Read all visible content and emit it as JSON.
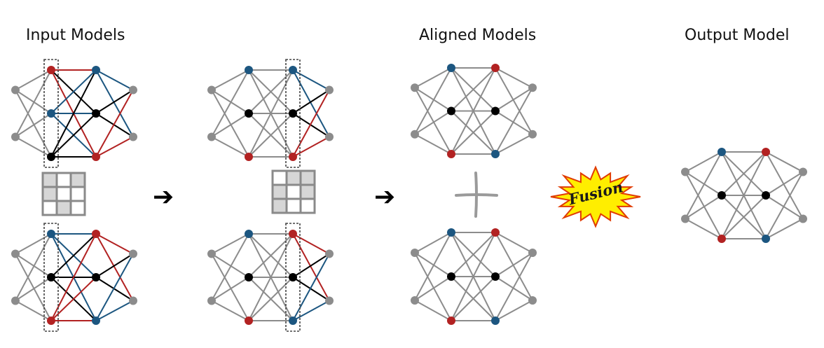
{
  "headings": {
    "input": "Input Models",
    "aligned": "Aligned Models",
    "output": "Output Model"
  },
  "fusion_label": "Fusion",
  "arrow_symbol": "➔",
  "colors": {
    "gray": "#8c8c8c",
    "red": "#b22222",
    "blue": "#1c5680",
    "black": "#000000",
    "dashed_box": "#444444",
    "perm_fill": "#d6d6d6",
    "perm_border": "#8a8a8a",
    "burst_fill": "#ffee00",
    "burst_stroke": "#e03a00"
  },
  "networks": [
    {
      "id": "input-top",
      "hidden1": [
        "red",
        "blue",
        "black"
      ],
      "hidden2": [
        "blue",
        "black",
        "red"
      ],
      "colored_edges": [
        [
          0,
          0,
          "red"
        ],
        [
          0,
          1,
          "black"
        ],
        [
          0,
          2,
          "red"
        ],
        [
          1,
          0,
          "blue"
        ],
        [
          1,
          1,
          "blue"
        ],
        [
          1,
          2,
          "blue"
        ],
        [
          2,
          0,
          "black"
        ],
        [
          2,
          1,
          "black"
        ],
        [
          2,
          2,
          "black"
        ]
      ],
      "out_edges": [
        [
          0,
          0,
          "blue"
        ],
        [
          0,
          1,
          "blue"
        ],
        [
          1,
          0,
          "black"
        ],
        [
          1,
          1,
          "black"
        ],
        [
          2,
          0,
          "red"
        ],
        [
          2,
          1,
          "red"
        ]
      ],
      "dashed": 1
    },
    {
      "id": "input-bottom",
      "hidden1": [
        "blue",
        "black",
        "red"
      ],
      "hidden2": [
        "red",
        "black",
        "blue"
      ],
      "colored_edges": [
        [
          0,
          0,
          "blue"
        ],
        [
          0,
          1,
          "blue"
        ],
        [
          0,
          2,
          "blue"
        ],
        [
          1,
          0,
          "black"
        ],
        [
          1,
          1,
          "black"
        ],
        [
          1,
          2,
          "black"
        ],
        [
          2,
          0,
          "red"
        ],
        [
          2,
          1,
          "red"
        ],
        [
          2,
          2,
          "red"
        ]
      ],
      "out_edges": [
        [
          0,
          0,
          "red"
        ],
        [
          0,
          1,
          "red"
        ],
        [
          1,
          0,
          "black"
        ],
        [
          1,
          1,
          "black"
        ],
        [
          2,
          0,
          "blue"
        ],
        [
          2,
          1,
          "blue"
        ]
      ],
      "dashed": 1
    },
    {
      "id": "perm-top",
      "hidden1": [
        "blue",
        "black",
        "red"
      ],
      "hidden2": [
        "blue",
        "black",
        "red"
      ],
      "colored_edges": [],
      "out_edges": [
        [
          0,
          0,
          "blue"
        ],
        [
          0,
          1,
          "blue"
        ],
        [
          1,
          0,
          "black"
        ],
        [
          1,
          1,
          "black"
        ],
        [
          2,
          0,
          "red"
        ],
        [
          2,
          1,
          "red"
        ]
      ],
      "dashed": 2
    },
    {
      "id": "perm-bottom",
      "hidden1": [
        "blue",
        "black",
        "red"
      ],
      "hidden2": [
        "red",
        "black",
        "blue"
      ],
      "colored_edges": [],
      "out_edges": [
        [
          0,
          0,
          "red"
        ],
        [
          0,
          1,
          "red"
        ],
        [
          1,
          0,
          "black"
        ],
        [
          1,
          1,
          "black"
        ],
        [
          2,
          0,
          "blue"
        ],
        [
          2,
          1,
          "blue"
        ]
      ],
      "dashed": 2
    },
    {
      "id": "aligned-top",
      "hidden1": [
        "blue",
        "black",
        "red"
      ],
      "hidden2": [
        "red",
        "black",
        "blue"
      ],
      "colored_edges": [],
      "out_edges": [],
      "dashed": 0
    },
    {
      "id": "aligned-bottom",
      "hidden1": [
        "blue",
        "black",
        "red"
      ],
      "hidden2": [
        "red",
        "black",
        "blue"
      ],
      "colored_edges": [],
      "out_edges": [],
      "dashed": 0
    },
    {
      "id": "output",
      "hidden1": [
        "blue",
        "black",
        "red"
      ],
      "hidden2": [
        "red",
        "black",
        "blue"
      ],
      "colored_edges": [],
      "out_edges": [],
      "dashed": 0
    }
  ],
  "permutation_matrices": [
    {
      "id": "perm-matrix-1",
      "cells": [
        [
          1,
          0,
          1
        ],
        [
          1,
          0,
          0
        ],
        [
          0,
          1,
          0
        ]
      ]
    },
    {
      "id": "perm-matrix-2",
      "cells": [
        [
          0,
          1,
          1
        ],
        [
          1,
          0,
          1
        ],
        [
          1,
          0,
          0
        ]
      ]
    }
  ]
}
